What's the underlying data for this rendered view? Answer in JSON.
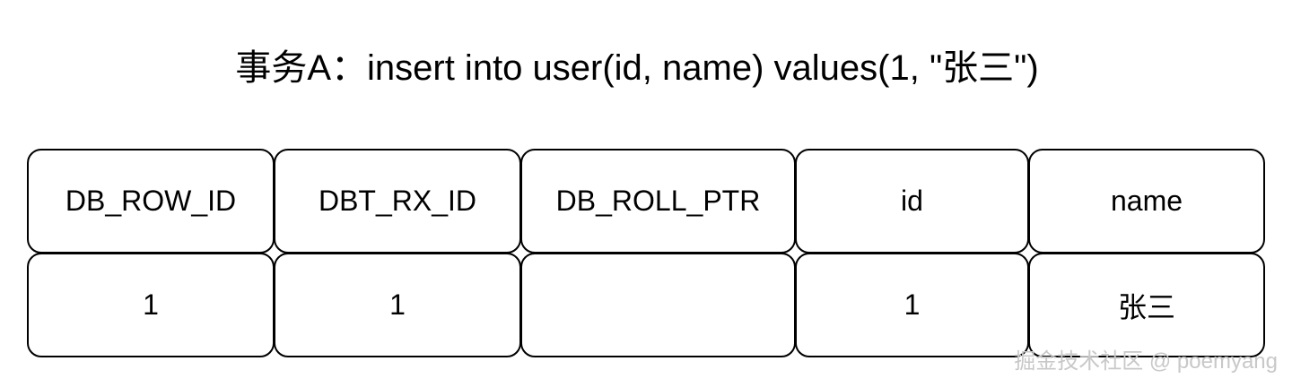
{
  "title": "事务A：insert into user(id, name) values(1, \"张三\")",
  "table": {
    "headers": [
      "DB_ROW_ID",
      "DBT_RX_ID",
      "DB_ROLL_PTR",
      "id",
      "name"
    ],
    "rows": [
      [
        "1",
        "1",
        "",
        "1",
        "张三"
      ]
    ]
  },
  "watermark": "掘金技术社区 @ poemyang"
}
